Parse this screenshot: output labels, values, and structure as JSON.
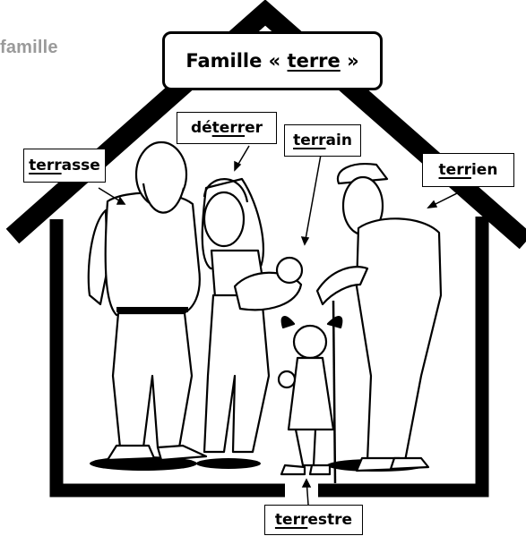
{
  "corner_text": "famille",
  "title": {
    "before": "Famille « ",
    "root": "terre",
    "after": " »"
  },
  "words": {
    "terrasse": {
      "before": "",
      "root": "terr",
      "after": "asse"
    },
    "deterrer": {
      "before": "dé",
      "root": "terr",
      "after": "er"
    },
    "terrain": {
      "before": "",
      "root": "terr",
      "after": "ain"
    },
    "terrien": {
      "before": "",
      "root": "terr",
      "after": "ien"
    },
    "terrestre": {
      "before": "",
      "root": "terr",
      "after": "estre"
    }
  }
}
